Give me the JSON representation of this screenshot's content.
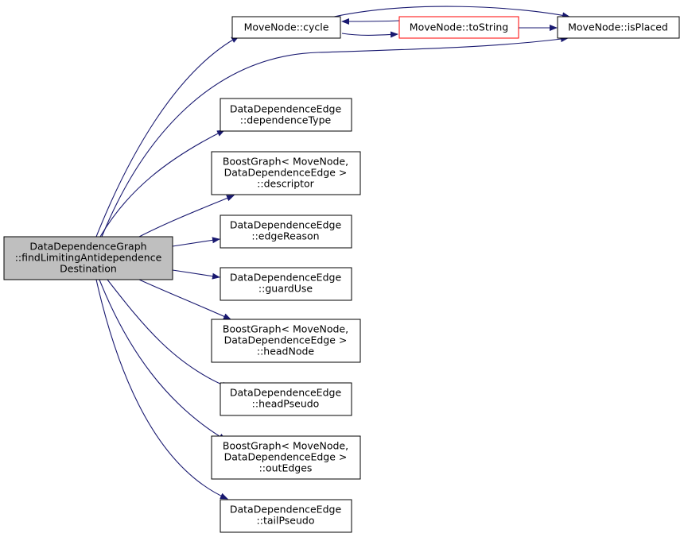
{
  "graph": {
    "type": "call-graph",
    "edge_color": "#191970",
    "nodes": {
      "root": [
        "DataDependenceGraph",
        "::findLimitingAntidependence",
        "Destination"
      ],
      "cycle": [
        "MoveNode::cycle"
      ],
      "tostring": [
        "MoveNode::toString"
      ],
      "isplaced": [
        "MoveNode::isPlaced"
      ],
      "deptype": [
        "DataDependenceEdge",
        "::dependenceType"
      ],
      "descriptor": [
        "BoostGraph< MoveNode,",
        "DataDependenceEdge >",
        "::descriptor"
      ],
      "edgereason": [
        "DataDependenceEdge",
        "::edgeReason"
      ],
      "guarduse": [
        "DataDependenceEdge",
        "::guardUse"
      ],
      "headnode": [
        "BoostGraph< MoveNode,",
        "DataDependenceEdge >",
        "::headNode"
      ],
      "headpseudo": [
        "DataDependenceEdge",
        "::headPseudo"
      ],
      "outedges": [
        "BoostGraph< MoveNode,",
        "DataDependenceEdge >",
        "::outEdges"
      ],
      "tailpseudo": [
        "DataDependenceEdge",
        "::tailPseudo"
      ]
    }
  }
}
